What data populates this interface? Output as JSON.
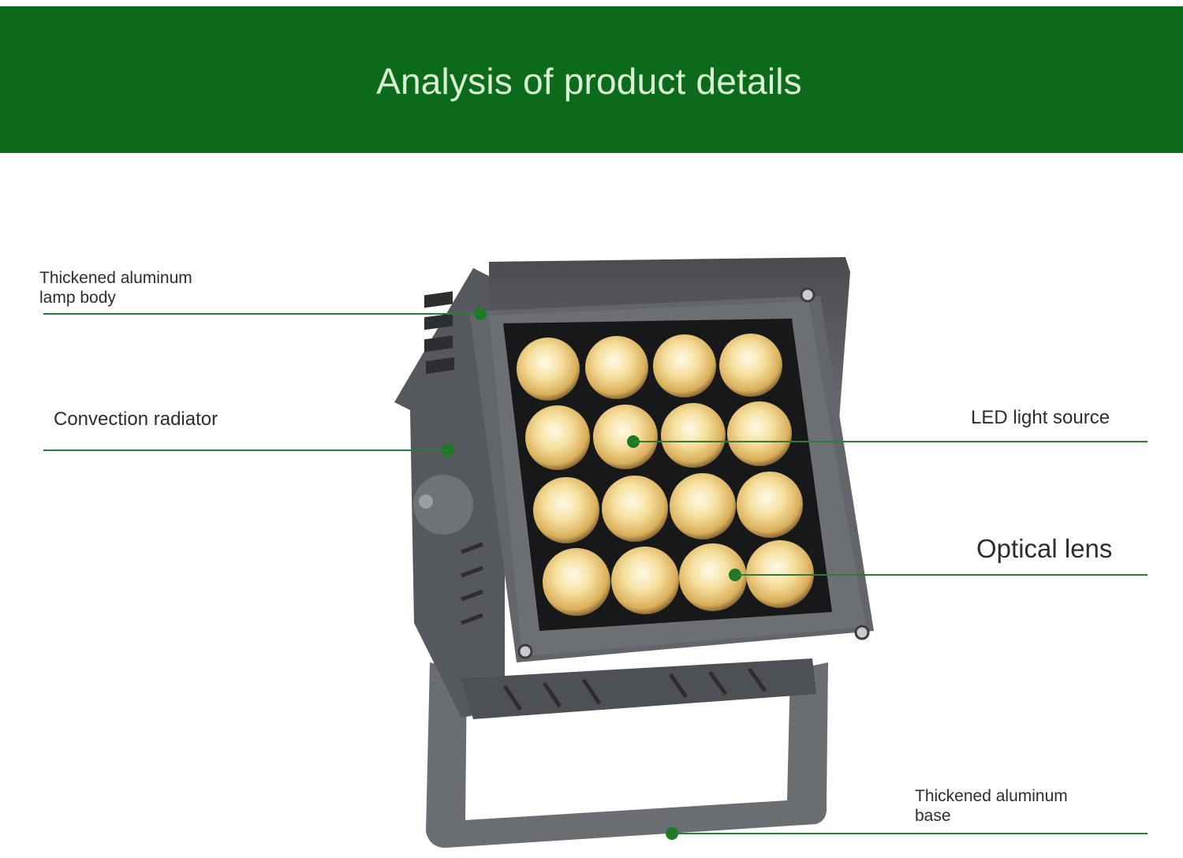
{
  "banner": {
    "title": "Analysis of product details",
    "color": "#0c6b1b"
  },
  "callouts": {
    "lamp_body": {
      "line1": "Thickened aluminum",
      "line2": "lamp body"
    },
    "radiator": {
      "label": "Convection radiator"
    },
    "led": {
      "label": "LED light source"
    },
    "lens": {
      "label": "Optical lens"
    },
    "base": {
      "line1": "Thickened aluminum",
      "line2": "base"
    }
  },
  "colors": {
    "accent": "#0c6b1b",
    "leader": "#2f7a3a",
    "lamp_housing": "#5b5e62",
    "led_glow": "#f6d98a"
  }
}
